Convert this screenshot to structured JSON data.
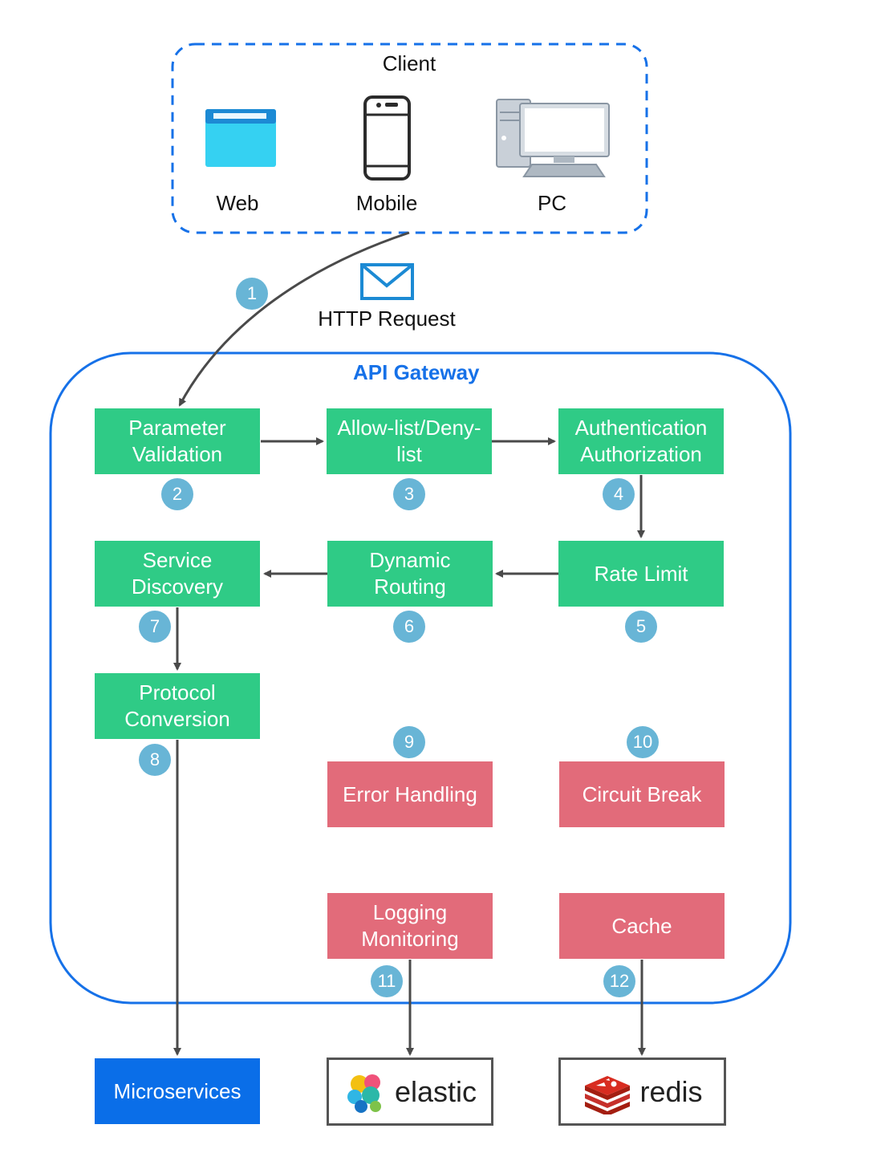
{
  "client": {
    "title": "Client",
    "devices": [
      {
        "label": "Web",
        "icon": "browser-window-icon"
      },
      {
        "label": "Mobile",
        "icon": "smartphone-icon"
      },
      {
        "label": "PC",
        "icon": "desktop-computer-icon"
      }
    ]
  },
  "request": {
    "label": "HTTP Request",
    "icon": "envelope-icon",
    "step": "1"
  },
  "gateway": {
    "title": "API Gateway"
  },
  "steps": [
    {
      "id": "parameter-validation",
      "label": "Parameter\nValidation",
      "step": "2"
    },
    {
      "id": "allow-deny-list",
      "label": "Allow-list/Deny-\nlist",
      "step": "3"
    },
    {
      "id": "authentication-authorization",
      "label": "Authentication\nAuthorization",
      "step": "4"
    },
    {
      "id": "rate-limit",
      "label": "Rate Limit",
      "step": "5"
    },
    {
      "id": "dynamic-routing",
      "label": "Dynamic\nRouting",
      "step": "6"
    },
    {
      "id": "service-discovery",
      "label": "Service\nDiscovery",
      "step": "7"
    },
    {
      "id": "protocol-conversion",
      "label": "Protocol\nConversion",
      "step": "8"
    },
    {
      "id": "error-handling",
      "label": "Error Handling",
      "step": "9"
    },
    {
      "id": "circuit-break",
      "label": "Circuit Break",
      "step": "10"
    },
    {
      "id": "logging-monitoring",
      "label": "Logging\nMonitoring",
      "step": "11"
    },
    {
      "id": "cache",
      "label": "Cache",
      "step": "12"
    }
  ],
  "external": {
    "microservices": "Microservices",
    "elastic": {
      "label": "elastic",
      "icon": "elastic-logo-icon"
    },
    "redis": {
      "label": "redis",
      "icon": "redis-logo-icon"
    }
  },
  "colors": {
    "step_green": "#2fcb86",
    "service_red": "#e26b7a",
    "microservices_blue": "#0a6ee8",
    "badge_blue": "#68b5d6",
    "gateway_border": "#1671e8"
  }
}
